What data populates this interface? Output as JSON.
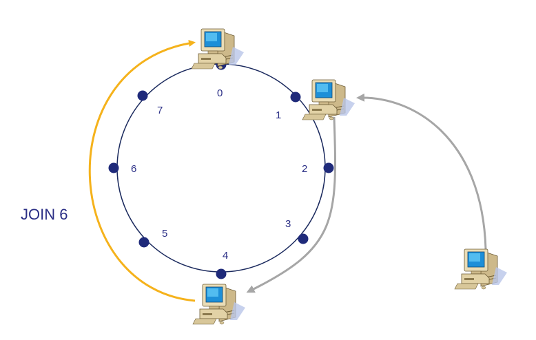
{
  "ring": {
    "node_labels": [
      "0",
      "1",
      "2",
      "3",
      "4",
      "5",
      "6",
      "7"
    ],
    "colors": {
      "ring": "#1b2a5e",
      "node": "#1f2a7a",
      "label": "#2b2f86"
    }
  },
  "join_label": "JOIN 6",
  "arrows": {
    "join_color": "#f5b21b",
    "route_color": "#a6a6a6"
  },
  "computers": [
    {
      "name": "computer-top",
      "icon": "desktop-computer-icon"
    },
    {
      "name": "computer-node-1",
      "icon": "desktop-computer-icon"
    },
    {
      "name": "computer-bottom",
      "icon": "desktop-computer-icon"
    },
    {
      "name": "computer-new",
      "icon": "desktop-computer-icon"
    }
  ]
}
